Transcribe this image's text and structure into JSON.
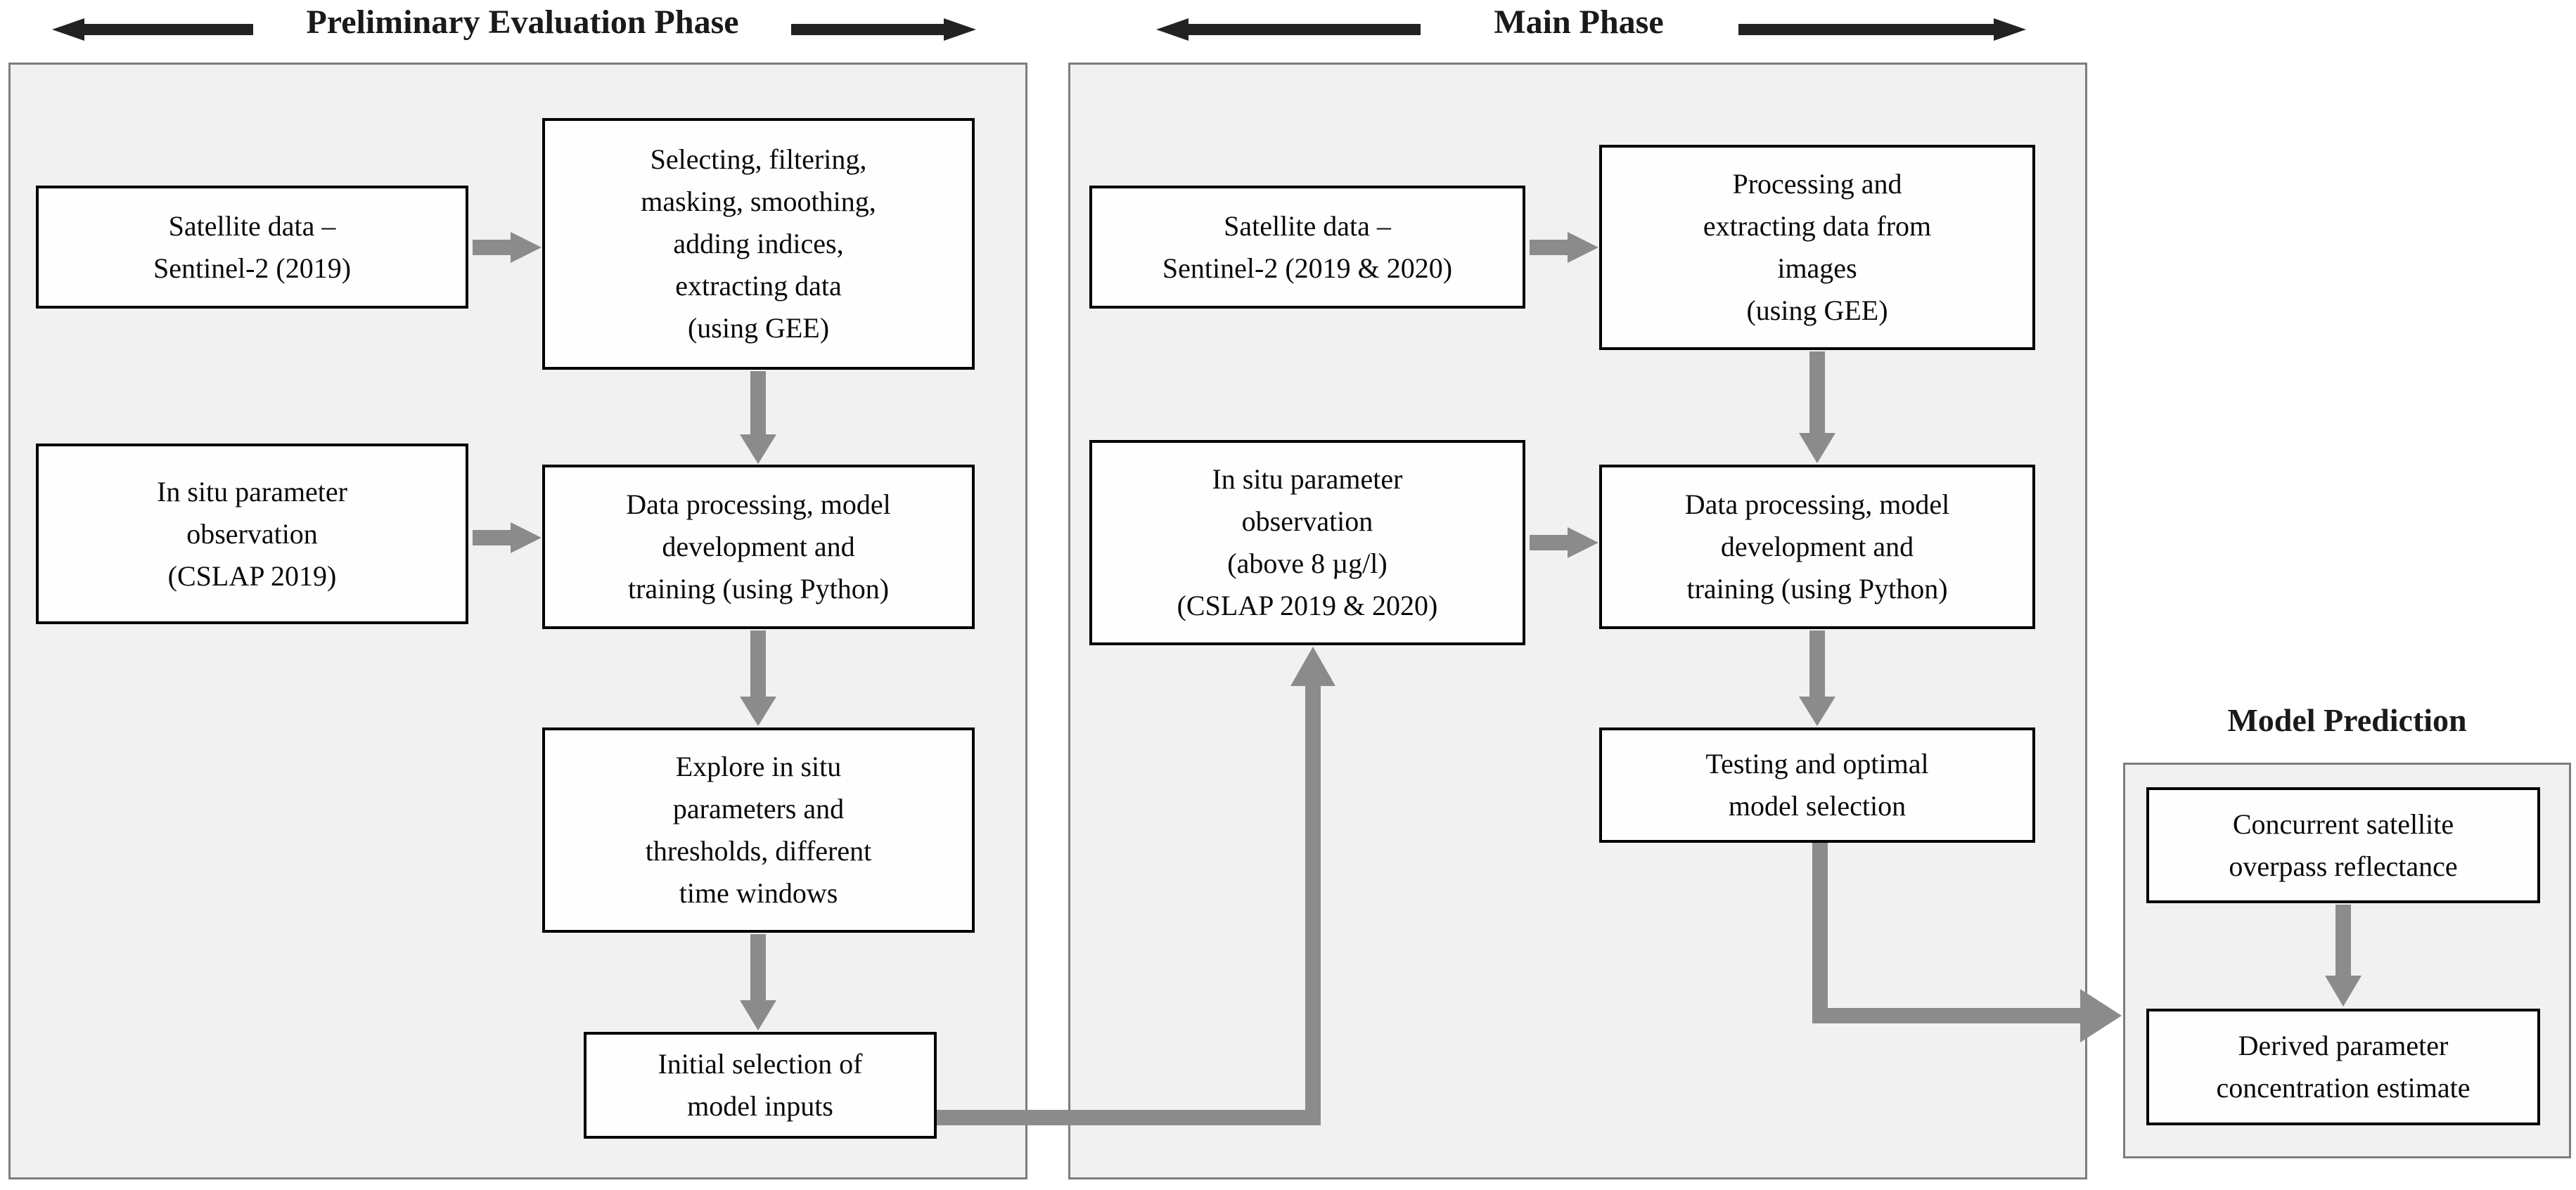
{
  "headers": {
    "preliminary": "Preliminary Evaluation Phase",
    "main": "Main Phase",
    "model_prediction": "Model Prediction"
  },
  "preliminary_phase": {
    "boxes": {
      "satellite": "Satellite data –\nSentinel-2 (2019)",
      "selecting": "Selecting, filtering,\nmasking, smoothing,\nadding indices,\nextracting data\n(using GEE)",
      "insitu": "In situ parameter\nobservation\n(CSLAP 2019)",
      "processing": "Data processing, model\ndevelopment and\ntraining (using Python)",
      "explore": "Explore in situ\nparameters and\nthresholds, different\ntime windows",
      "initial_selection": "Initial selection of\nmodel inputs"
    }
  },
  "main_phase": {
    "boxes": {
      "satellite": "Satellite data –\nSentinel-2 (2019 & 2020)",
      "processing_gee": "Processing and\nextracting data from\nimages\n(using GEE)",
      "insitu": "In situ parameter\nobservation\n(above 8 µg/l)\n(CSLAP 2019 & 2020)",
      "processing_python": "Data processing, model\ndevelopment and\ntraining (using Python)",
      "testing": "Testing and optimal\nmodel selection"
    }
  },
  "model_prediction": {
    "boxes": {
      "concurrent": "Concurrent satellite\noverpass reflectance",
      "derived": "Derived parameter\nconcentration estimate"
    }
  },
  "colors": {
    "flow_arrow": "#8b8b8b",
    "header_arrow": "#222222",
    "panel_fill": "#f1f1f1",
    "panel_border": "#7d7d7d",
    "box_border": "#000000",
    "background": "#ffffff"
  }
}
